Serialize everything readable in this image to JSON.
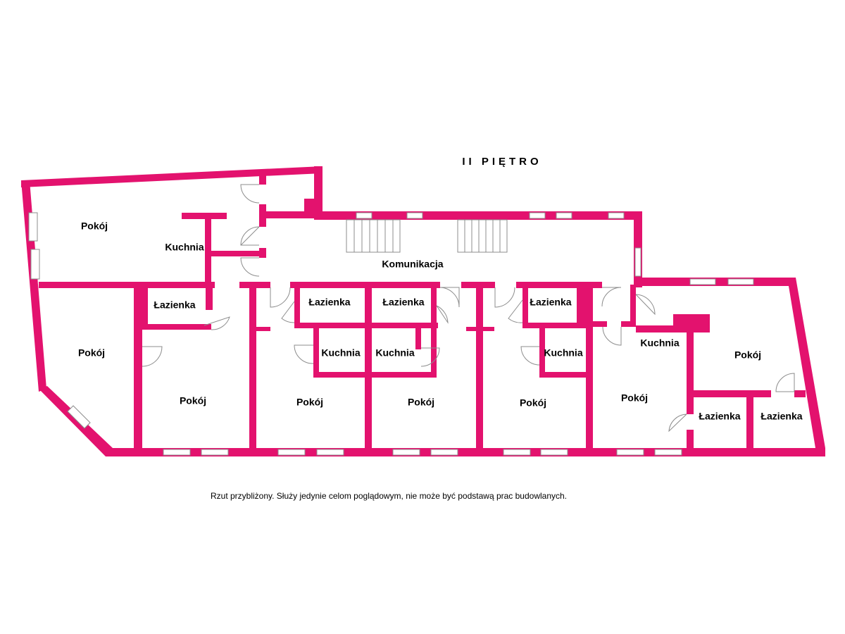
{
  "floor_title": "II PIĘTRO",
  "note": "Rzut przybliżony. Służy jedynie celom poglądowym, nie może być podstawą prac budowlanych.",
  "colors": {
    "wall": "#e3126e",
    "background": "#ffffff",
    "fixture": "#8c8c8c"
  },
  "rooms": [
    {
      "id": "r1",
      "label": "Pokój"
    },
    {
      "id": "r2",
      "label": "Kuchnia"
    },
    {
      "id": "r3",
      "label": "Komunikacja"
    },
    {
      "id": "r4",
      "label": "Łazienka"
    },
    {
      "id": "r5",
      "label": "Pokój"
    },
    {
      "id": "r6",
      "label": "Pokój"
    },
    {
      "id": "r7",
      "label": "Łazienka"
    },
    {
      "id": "r8",
      "label": "Kuchnia"
    },
    {
      "id": "r9",
      "label": "Pokój"
    },
    {
      "id": "r10",
      "label": "Łazienka"
    },
    {
      "id": "r11",
      "label": "Kuchnia"
    },
    {
      "id": "r12",
      "label": "Pokój"
    },
    {
      "id": "r13",
      "label": "Łazienka"
    },
    {
      "id": "r14",
      "label": "Kuchnia"
    },
    {
      "id": "r15",
      "label": "Pokój"
    },
    {
      "id": "r16",
      "label": "Kuchnia"
    },
    {
      "id": "r17",
      "label": "Pokój"
    },
    {
      "id": "r18",
      "label": "Pokój"
    },
    {
      "id": "r19",
      "label": "Łazienka"
    },
    {
      "id": "r20",
      "label": "Łazienka"
    }
  ]
}
